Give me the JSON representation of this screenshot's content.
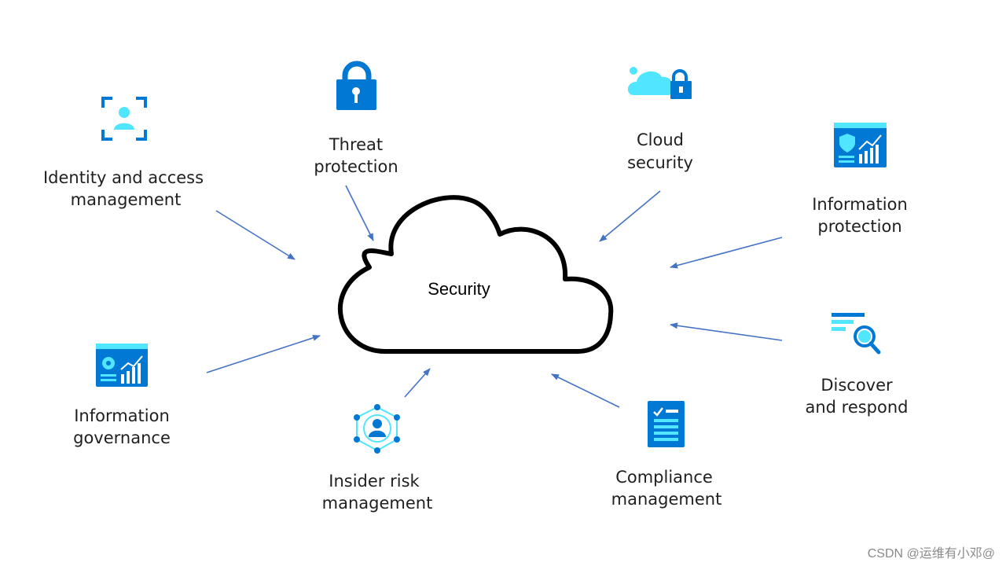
{
  "center": {
    "label": "Security"
  },
  "nodes": {
    "identity": {
      "label_line1": "Identity and access",
      "label_line2": "management",
      "icon": "identity-scan-icon"
    },
    "threat": {
      "label_line1": "Threat",
      "label_line2": "protection",
      "icon": "padlock-icon"
    },
    "cloud": {
      "label_line1": "Cloud",
      "label_line2": "security",
      "icon": "cloud-lock-icon"
    },
    "infoprot": {
      "label_line1": "Information",
      "label_line2": "protection",
      "icon": "dashboard-shield-icon"
    },
    "discover": {
      "label_line1": "Discover",
      "label_line2": "and respond",
      "icon": "search-list-icon"
    },
    "compliance": {
      "label_line1": "Compliance",
      "label_line2": "management",
      "icon": "checklist-icon"
    },
    "insider": {
      "label_line1": "Insider risk",
      "label_line2": "management",
      "icon": "person-network-icon"
    },
    "governance": {
      "label_line1": "Information",
      "label_line2": "governance",
      "icon": "dashboard-gear-icon"
    }
  },
  "colors": {
    "arrow": "#4472c4",
    "icon_blue": "#0078d4",
    "icon_light": "#50e6ff",
    "cloud_stroke": "#000000"
  },
  "watermark": "CSDN @运维有小邓@"
}
